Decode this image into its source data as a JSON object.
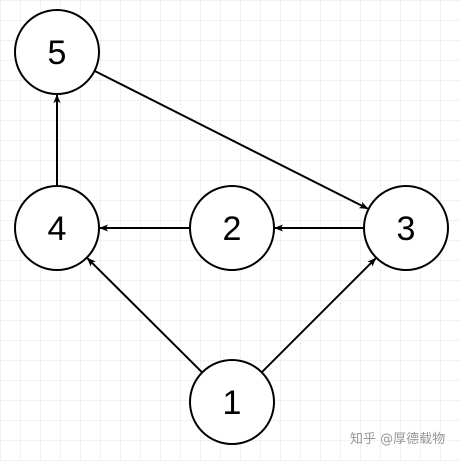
{
  "colors": {
    "background": "#ffffff",
    "grid": "#e6e6e6",
    "stroke": "#000000",
    "watermark": "#8c8c8c"
  },
  "nodes": [
    {
      "id": "1",
      "label": "1"
    },
    {
      "id": "2",
      "label": "2"
    },
    {
      "id": "3",
      "label": "3"
    },
    {
      "id": "4",
      "label": "4"
    },
    {
      "id": "5",
      "label": "5"
    }
  ],
  "edges": [
    {
      "from": "1",
      "to": "4"
    },
    {
      "from": "1",
      "to": "3"
    },
    {
      "from": "3",
      "to": "2"
    },
    {
      "from": "2",
      "to": "4"
    },
    {
      "from": "4",
      "to": "5"
    },
    {
      "from": "5",
      "to": "3"
    }
  ],
  "watermark": {
    "text": "知乎 @厚德载物"
  }
}
